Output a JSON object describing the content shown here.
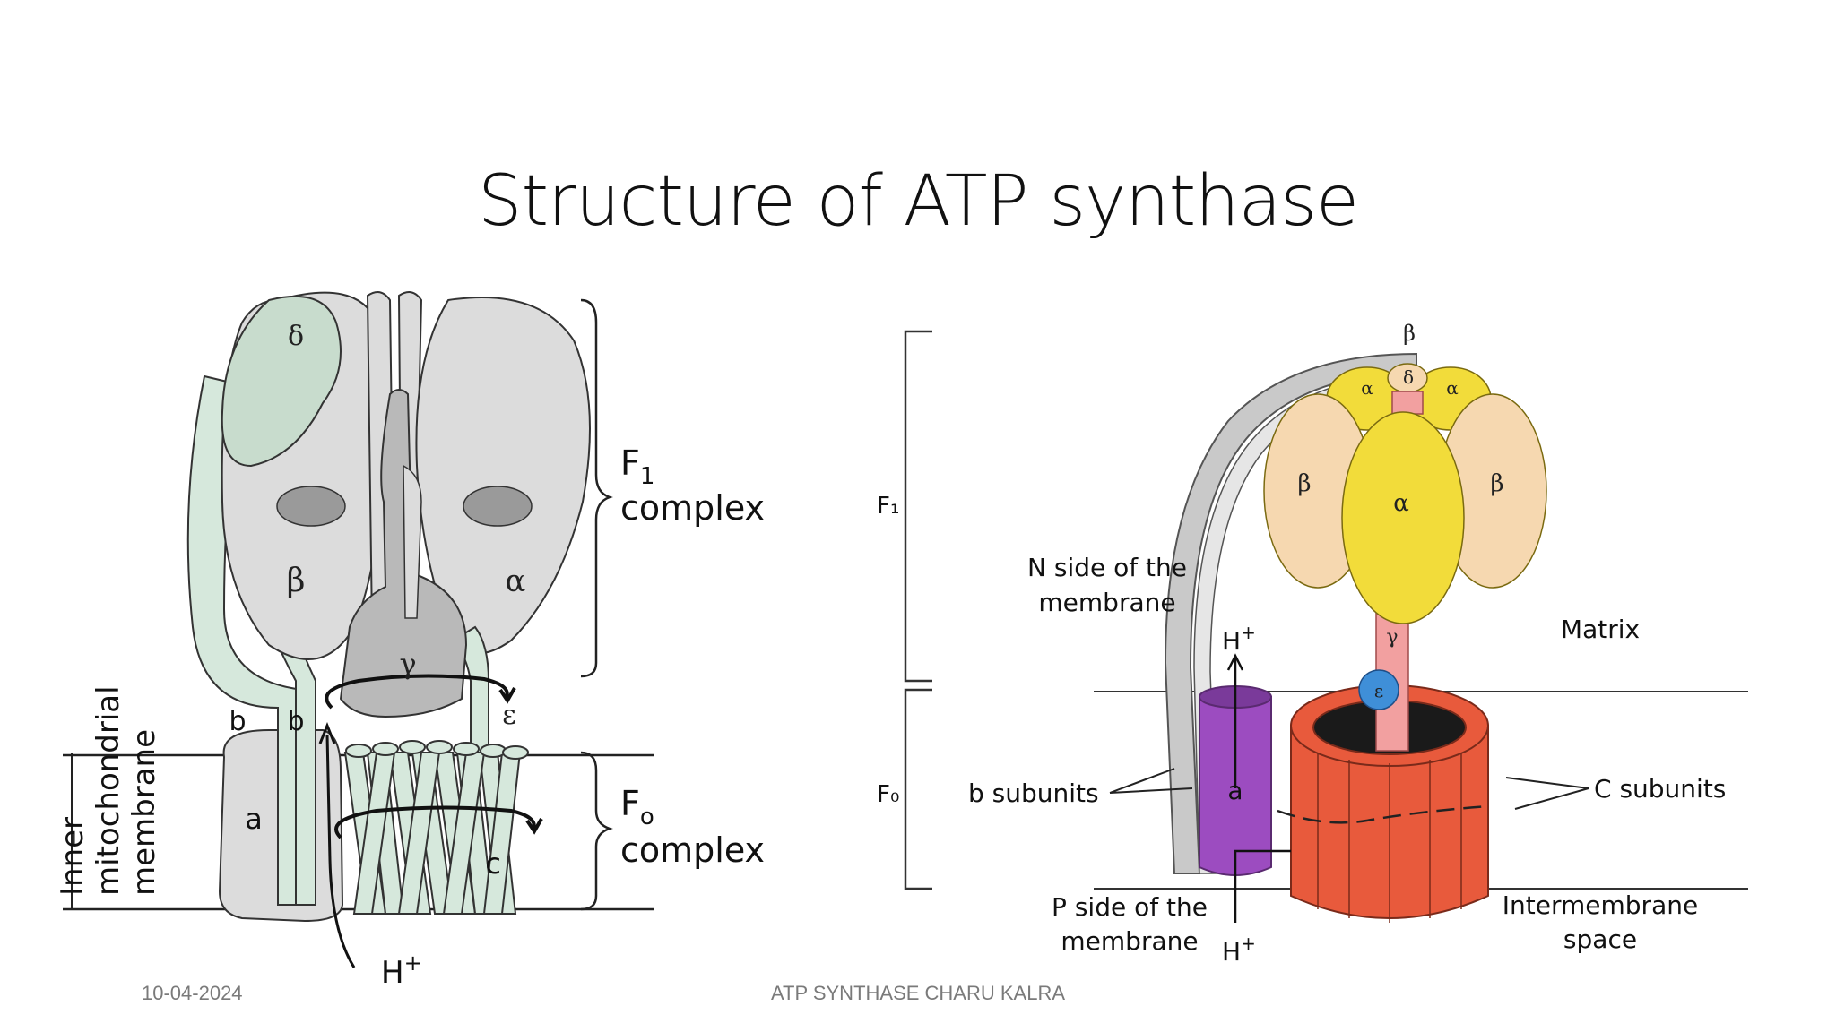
{
  "slide": {
    "title": "Structure of ATP synthase",
    "footer_date": "10-04-2024",
    "footer_center": "ATP SYNTHASE CHARU KALRA"
  },
  "left_diagram": {
    "delta": "δ",
    "beta": "β",
    "alpha": "α",
    "gamma": "γ",
    "epsilon": "ε",
    "b1": "b",
    "b2": "b",
    "a": "a",
    "c": "c",
    "f1_main": "F",
    "f1_sub": "1",
    "f1_complex": "complex",
    "fo_main": "F",
    "fo_sub": "o",
    "fo_complex": "complex",
    "membrane_line1": "Inner",
    "membrane_line2": "mitochondrial",
    "membrane_line3": "membrane",
    "proton": "H",
    "proton_sup": "+"
  },
  "right_diagram": {
    "beta_top": "β",
    "alpha_left": "α",
    "delta": "δ",
    "alpha_right": "α",
    "beta_left": "β",
    "alpha_center": "α",
    "beta_right": "β",
    "gamma": "γ",
    "epsilon": "ε",
    "f1": "F₁",
    "f0": "F₀",
    "n_side_line1": "N side of the",
    "n_side_line2": "membrane",
    "matrix": "Matrix",
    "proton_top": "H",
    "proton_top_sup": "+",
    "a": "a",
    "b_subunits": "b subunits",
    "c_subunits": "C subunits",
    "p_side_line1": "P side of the",
    "p_side_line2": "membrane",
    "proton_bottom": "H",
    "proton_bottom_sup": "+",
    "intermembrane_line1": "Intermembrane",
    "intermembrane_line2": "space"
  },
  "colors": {
    "subunit_grey": "#dcdcdc",
    "stalk_green": "#d6e8dc",
    "delta_green": "#c8dccd",
    "gamma_grey": "#b9b9b9",
    "peach": "#f6d8b0",
    "yellow": "#f2dc3a",
    "pink_stalk": "#f2a0a0",
    "ring_red": "#e85a3c",
    "purple": "#9c4cc0",
    "epsilon_blue": "#3f8fd8",
    "peripheral_grey": "#c9c9c9"
  }
}
